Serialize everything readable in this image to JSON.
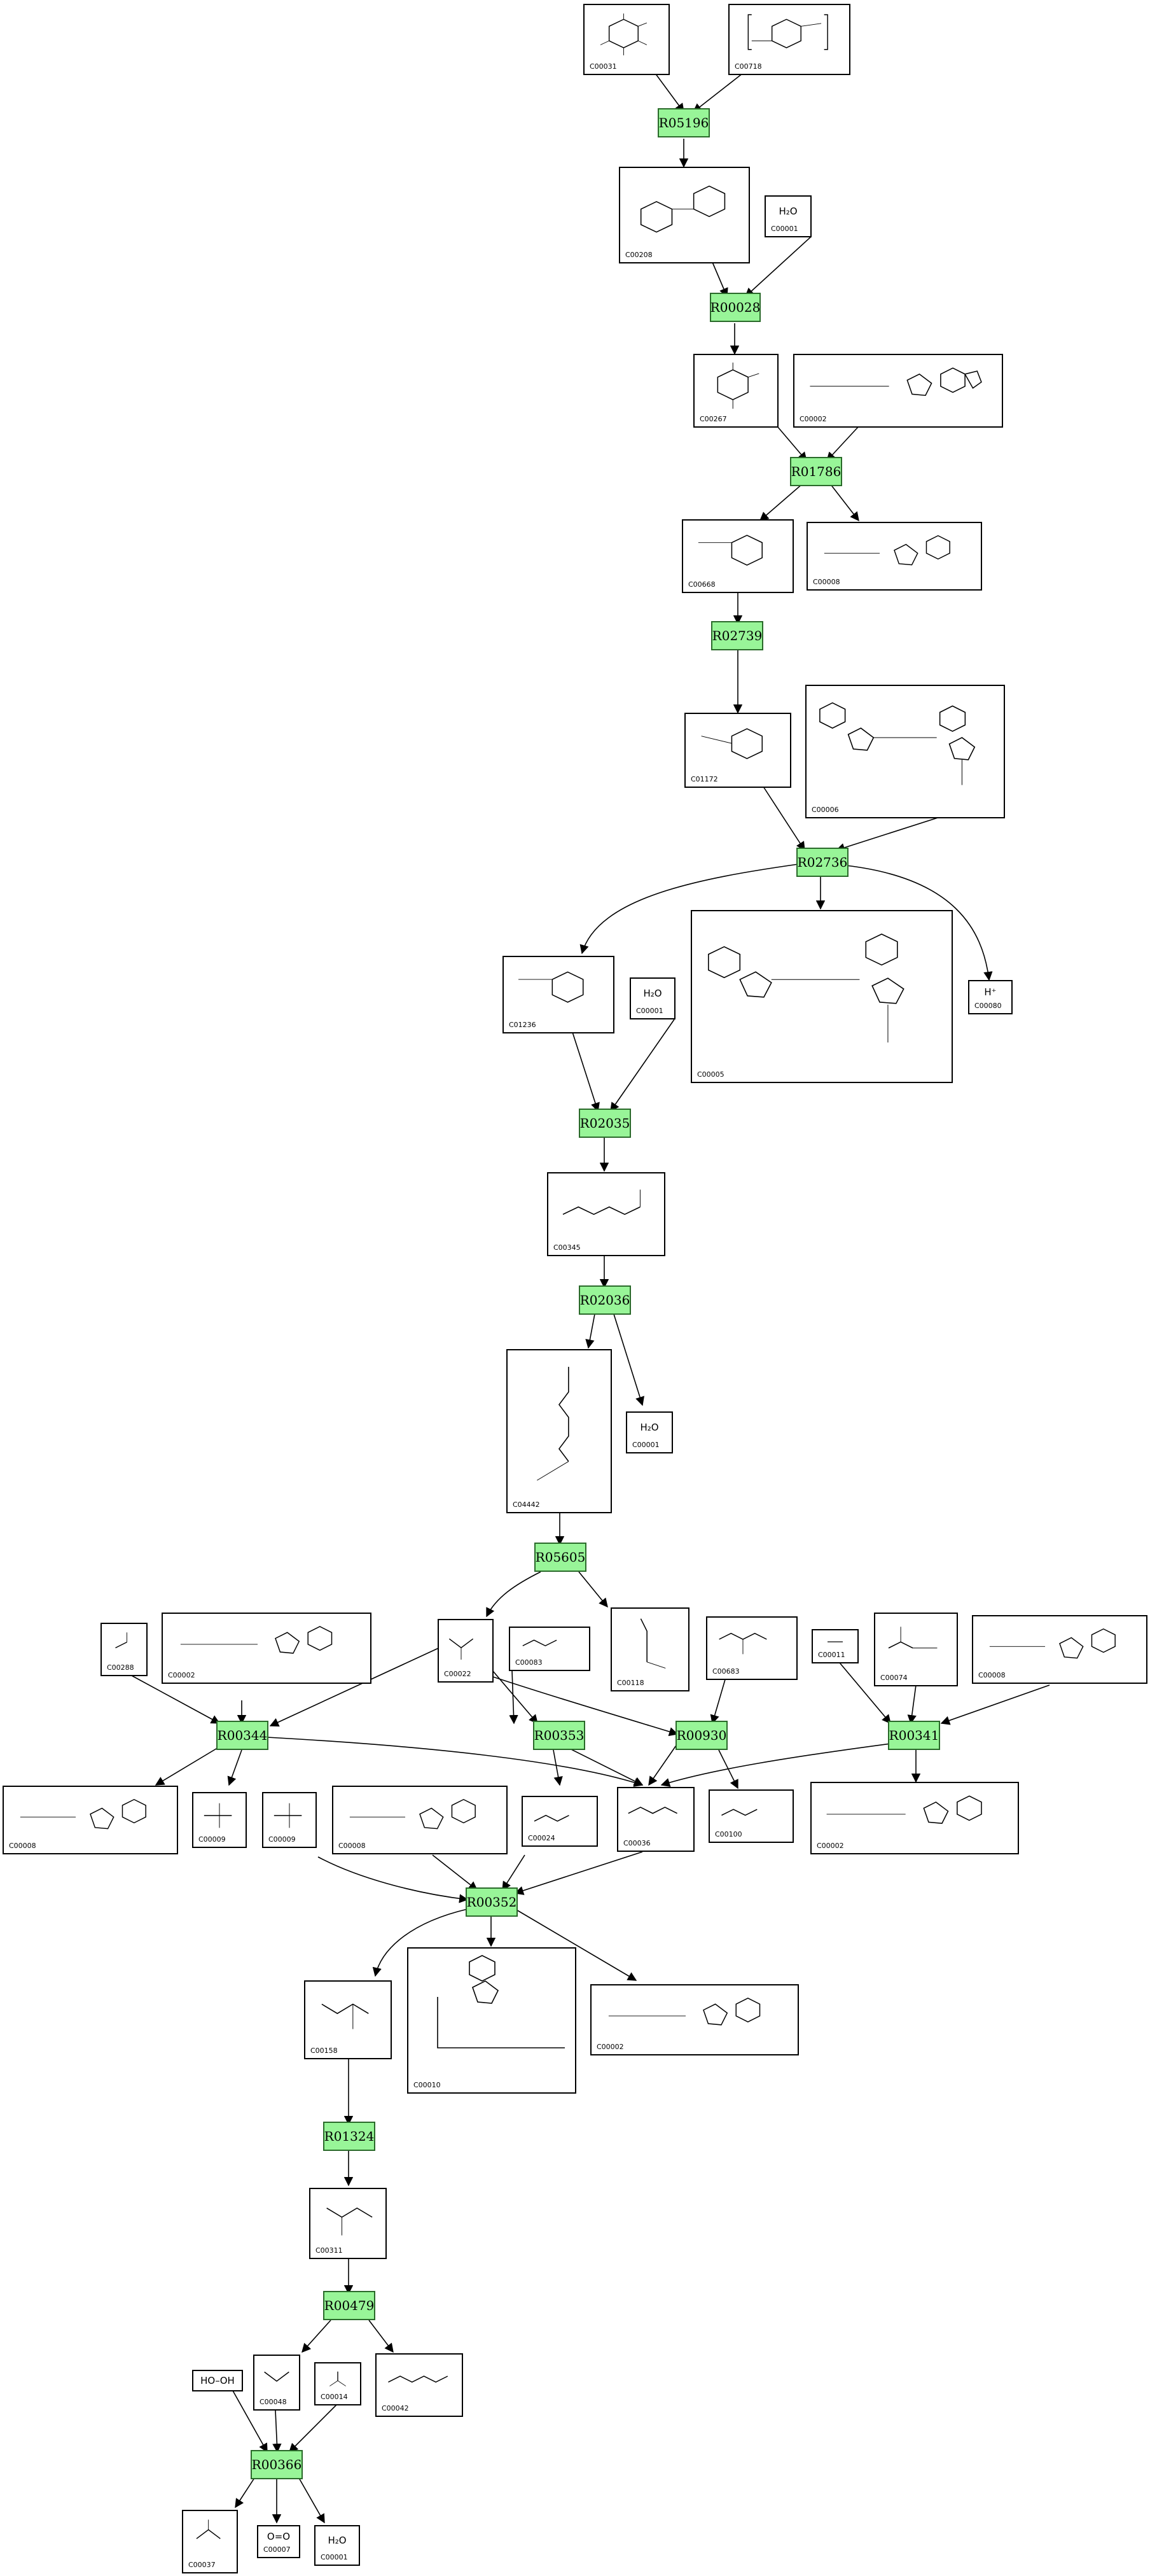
{
  "reactions": [
    {
      "id": "R05196",
      "label": "R05196"
    },
    {
      "id": "R00028",
      "label": "R00028"
    },
    {
      "id": "R01786",
      "label": "R01786"
    },
    {
      "id": "R02739",
      "label": "R02739"
    },
    {
      "id": "R02736",
      "label": "R02736"
    },
    {
      "id": "R02035",
      "label": "R02035"
    },
    {
      "id": "R02036",
      "label": "R02036"
    },
    {
      "id": "R05605",
      "label": "R05605"
    },
    {
      "id": "R00344",
      "label": "R00344"
    },
    {
      "id": "R00353",
      "label": "R00353"
    },
    {
      "id": "R00930",
      "label": "R00930"
    },
    {
      "id": "R00341",
      "label": "R00341"
    },
    {
      "id": "R00352",
      "label": "R00352"
    },
    {
      "id": "R01324",
      "label": "R01324"
    },
    {
      "id": "R00479",
      "label": "R00479"
    },
    {
      "id": "R00366",
      "label": "R00366"
    }
  ],
  "compounds": [
    {
      "key": "top_c00031",
      "label": "C00031",
      "formula": ""
    },
    {
      "key": "top_c00718",
      "label": "C00718",
      "formula": ""
    },
    {
      "key": "c00208",
      "label": "C00208",
      "formula": ""
    },
    {
      "key": "water_1",
      "label": "C00001",
      "formula": "H₂O"
    },
    {
      "key": "c00267",
      "label": "C00267",
      "formula": ""
    },
    {
      "key": "atp_1",
      "label": "C00002",
      "formula": ""
    },
    {
      "key": "c00668",
      "label": "C00668",
      "formula": ""
    },
    {
      "key": "adp_1",
      "label": "C00008",
      "formula": ""
    },
    {
      "key": "c01172",
      "label": "C01172",
      "formula": ""
    },
    {
      "key": "nadp",
      "label": "C00006",
      "formula": ""
    },
    {
      "key": "c01236",
      "label": "C01236",
      "formula": ""
    },
    {
      "key": "water_2",
      "label": "C00001",
      "formula": "H₂O"
    },
    {
      "key": "nadph",
      "label": "C00005",
      "formula": ""
    },
    {
      "key": "proton",
      "label": "C00080",
      "formula": "H⁺"
    },
    {
      "key": "c00345",
      "label": "C00345",
      "formula": ""
    },
    {
      "key": "c04442",
      "label": "C04442",
      "formula": ""
    },
    {
      "key": "water_3",
      "label": "C00001",
      "formula": "H₂O"
    },
    {
      "key": "c00288",
      "label": "C00288",
      "formula": ""
    },
    {
      "key": "atp_2",
      "label": "C00002",
      "formula": ""
    },
    {
      "key": "c00022",
      "label": "C00022",
      "formula": ""
    },
    {
      "key": "c00083",
      "label": "C00083",
      "formula": ""
    },
    {
      "key": "c00118",
      "label": "C00118",
      "formula": ""
    },
    {
      "key": "c00683",
      "label": "C00683",
      "formula": ""
    },
    {
      "key": "c00011",
      "label": "C00011",
      "formula": ""
    },
    {
      "key": "c00074",
      "label": "C00074",
      "formula": ""
    },
    {
      "key": "adp_top",
      "label": "C00008",
      "formula": ""
    },
    {
      "key": "adp_2",
      "label": "C00008",
      "formula": ""
    },
    {
      "key": "pi_1",
      "label": "C00009",
      "formula": ""
    },
    {
      "key": "pi_2",
      "label": "C00009",
      "formula": ""
    },
    {
      "key": "adp_3",
      "label": "C00008",
      "formula": ""
    },
    {
      "key": "c00024",
      "label": "C00024",
      "formula": ""
    },
    {
      "key": "oaa",
      "label": "C00036",
      "formula": ""
    },
    {
      "key": "c00100",
      "label": "C00100",
      "formula": ""
    },
    {
      "key": "atp_3",
      "label": "C00002",
      "formula": ""
    },
    {
      "key": "c00158",
      "label": "C00158",
      "formula": ""
    },
    {
      "key": "coa",
      "label": "C00010",
      "formula": ""
    },
    {
      "key": "atp_4",
      "label": "C00002",
      "formula": ""
    },
    {
      "key": "c00311",
      "label": "C00311",
      "formula": ""
    },
    {
      "key": "h2o2",
      "label": "",
      "formula": "HO–OH"
    },
    {
      "key": "c00048",
      "label": "C00048",
      "formula": ""
    },
    {
      "key": "c00014",
      "label": "C00014",
      "formula": ""
    },
    {
      "key": "c00042",
      "label": "C00042",
      "formula": ""
    },
    {
      "key": "c00037",
      "label": "C00037",
      "formula": ""
    },
    {
      "key": "c00007",
      "label": "C00007",
      "formula": "O=O"
    },
    {
      "key": "water_4",
      "label": "C00001",
      "formula": "H₂O"
    }
  ]
}
